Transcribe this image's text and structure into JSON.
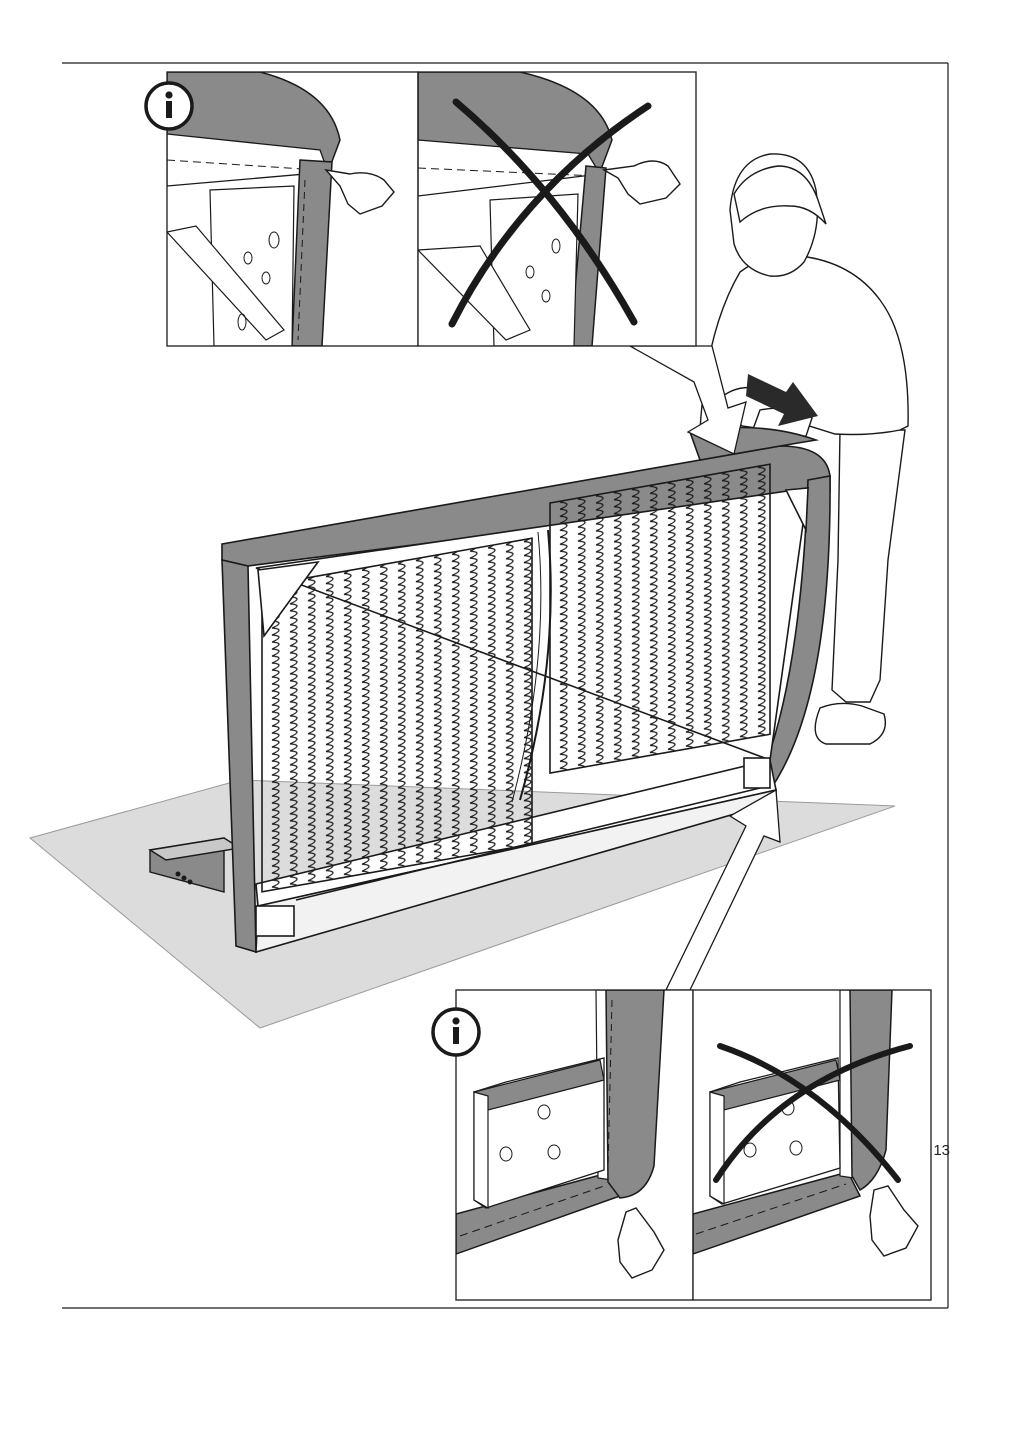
{
  "page": {
    "number": "13"
  },
  "panels": {
    "top": [
      {
        "name": "info",
        "icon": "info-icon",
        "mark": "correct"
      },
      {
        "name": "incorrect",
        "icon": "cross-mark",
        "mark": "wrong"
      }
    ],
    "bottom": [
      {
        "name": "info",
        "icon": "info-icon",
        "mark": "correct"
      },
      {
        "name": "incorrect",
        "icon": "cross-mark",
        "mark": "wrong"
      }
    ]
  },
  "colors": {
    "line": "#1a1a1a",
    "upholstery": "#8a8a8a",
    "floor": "#dcdcdc",
    "arrow": "#2a2a2a"
  }
}
